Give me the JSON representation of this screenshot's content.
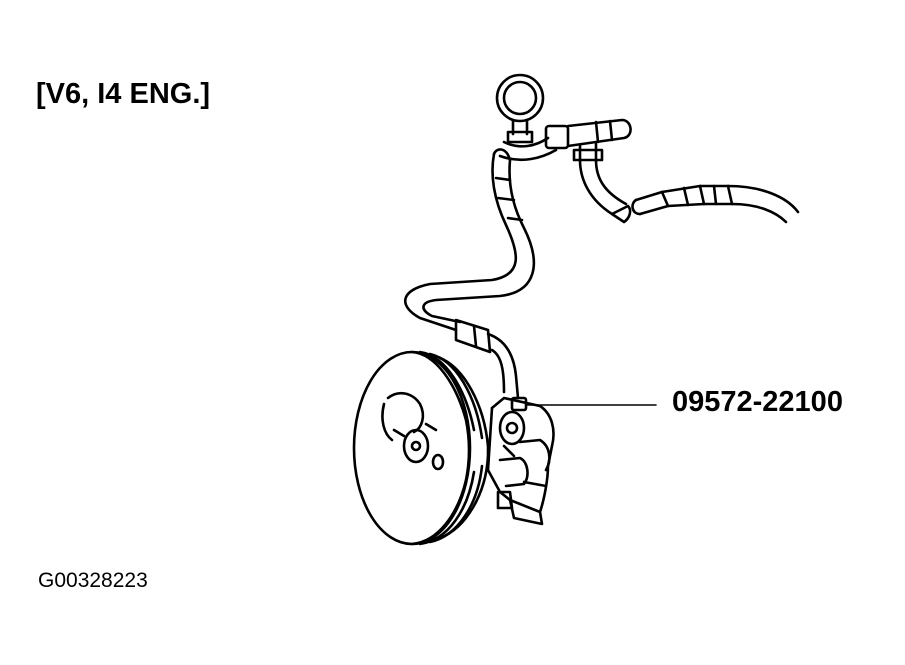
{
  "diagram": {
    "title": "[V6, I4 ENG.]",
    "part_number": "09572-22100",
    "figure_code": "G00328223"
  },
  "colors": {
    "ink": "#000000",
    "paper": "#ffffff"
  }
}
